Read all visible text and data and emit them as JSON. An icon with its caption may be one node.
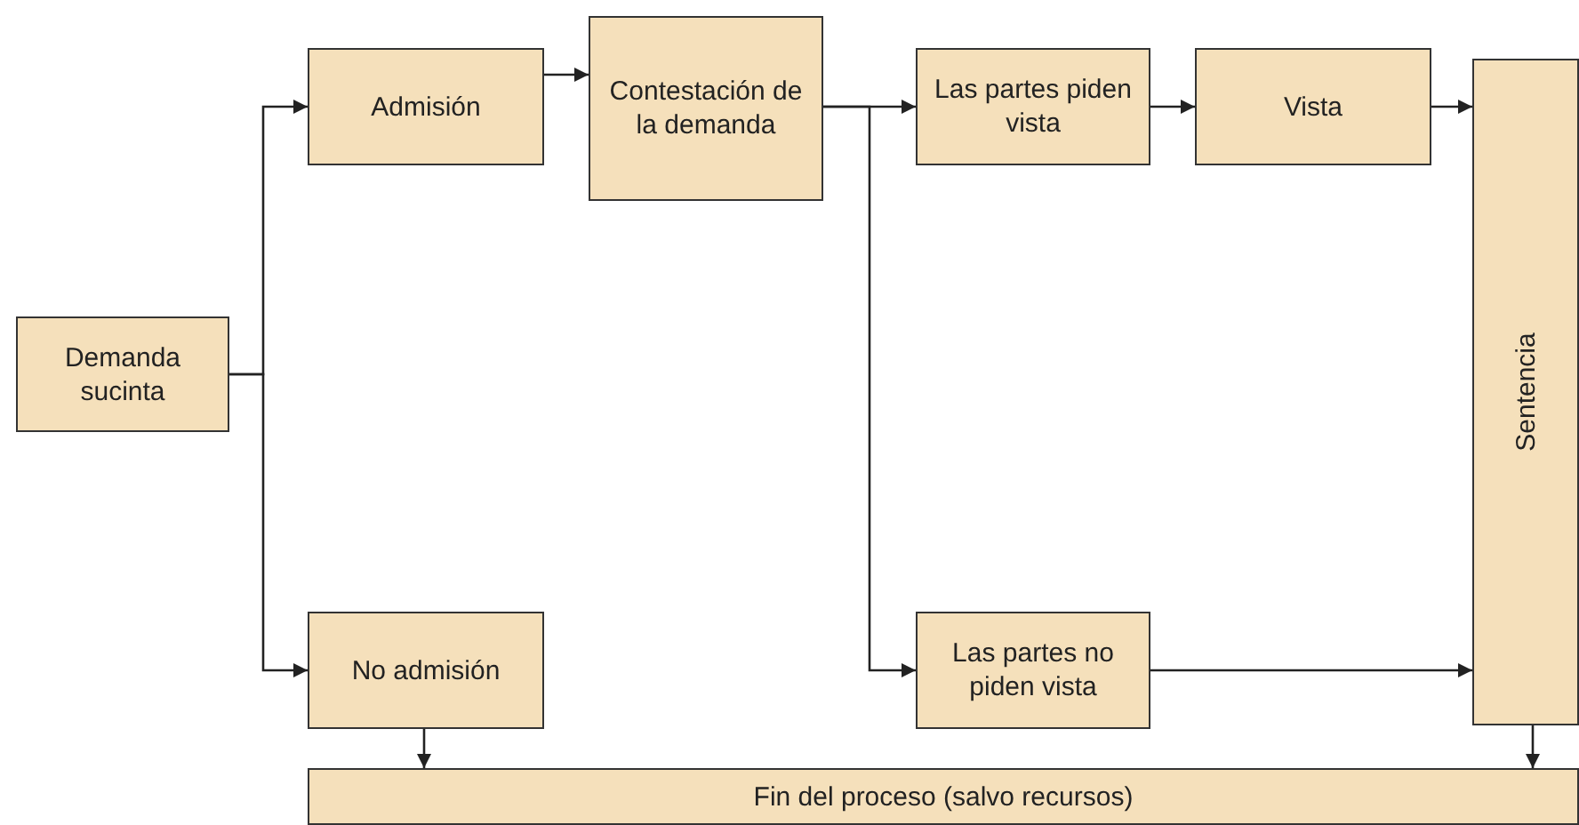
{
  "diagram": {
    "nodes": [
      {
        "text": [
          "Demanda sucinta"
        ]
      },
      {
        "text": [
          "Admisión"
        ]
      },
      {
        "text": [
          "Contestación de la demanda"
        ]
      },
      {
        "text": [
          "Las partes piden vista"
        ]
      },
      {
        "text": [
          "Vista"
        ]
      },
      {
        "text": [
          "Sentencia"
        ]
      },
      {
        "text": [
          "No admisión"
        ]
      },
      {
        "text": [
          "Las partes no piden vista"
        ]
      },
      {
        "text": [
          "Fin del proceso (salvo recursos)"
        ]
      }
    ],
    "edges": [
      {
        "from": 0,
        "to": 1,
        "arrow": "to"
      },
      {
        "from": 0,
        "to": 6,
        "arrow": "to"
      },
      {
        "from": 1,
        "to": 2,
        "arrow": "to"
      },
      {
        "from": 2,
        "to": 3,
        "arrow": "to"
      },
      {
        "from": 2,
        "to": 7,
        "arrow": "to"
      },
      {
        "from": 3,
        "to": 4,
        "arrow": "to"
      },
      {
        "from": 4,
        "to": 5,
        "arrow": "to"
      },
      {
        "from": 7,
        "to": 5,
        "arrow": "to"
      },
      {
        "from": 6,
        "to": 8,
        "arrow": "to"
      },
      {
        "from": 5,
        "to": 8,
        "arrow": "to"
      }
    ]
  }
}
